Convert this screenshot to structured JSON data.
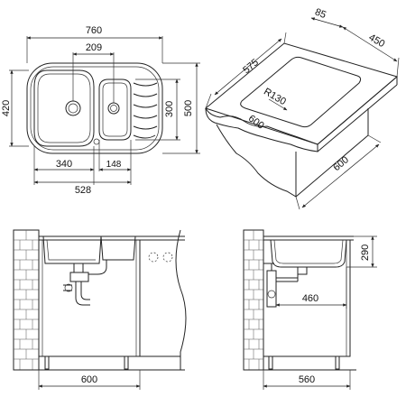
{
  "top_view": {
    "overall_width": "760",
    "bowl_gap": "209",
    "depth_outer": "500",
    "depth_inner": "420",
    "small_bowl_depth": "300",
    "large_bowl_width": "340",
    "small_bowl_width": "148",
    "bowls_width": "528"
  },
  "cabinet_3d": {
    "counter_width": "575",
    "edge_depth": "85",
    "counter_depth": "450",
    "corner_radius": "R130",
    "cutout_width": "600",
    "cabinet_depth": "600"
  },
  "front_view": {
    "cabinet_width": "600"
  },
  "side_view": {
    "bowl_depth": "290",
    "drain_offset": "460",
    "cabinet_depth": "560"
  }
}
